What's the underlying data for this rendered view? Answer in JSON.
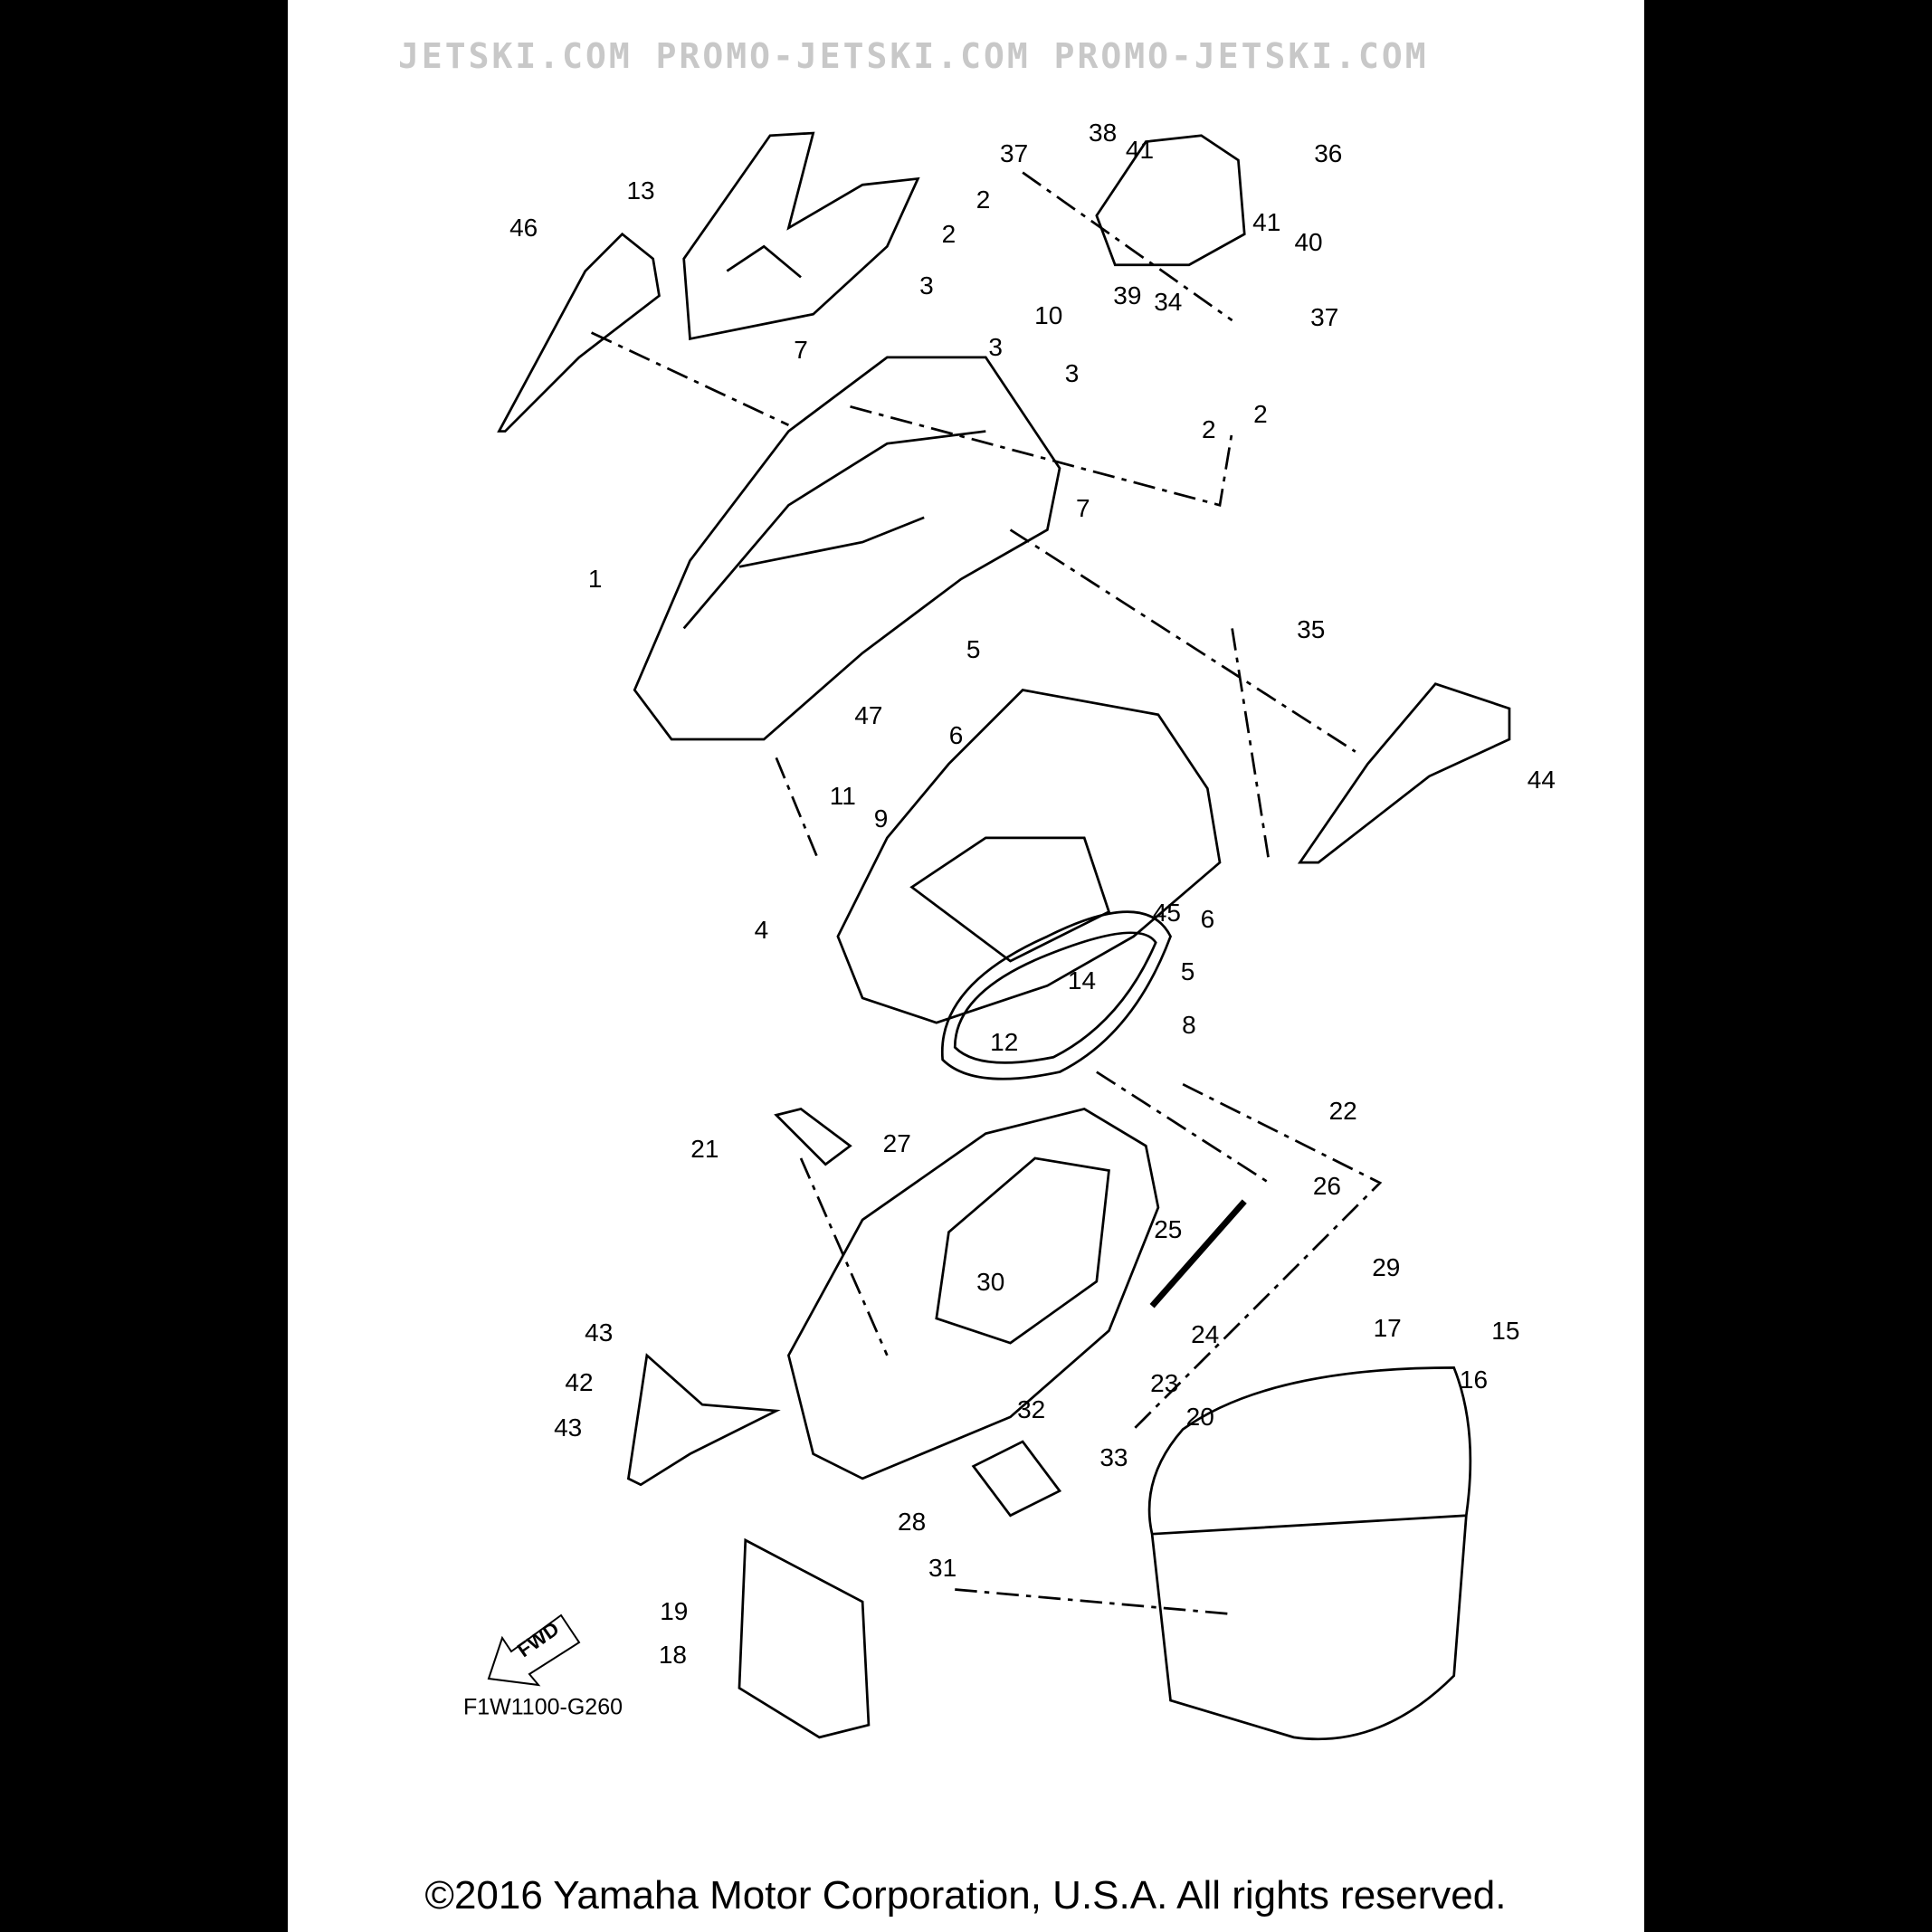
{
  "diagram": {
    "callouts": [
      "38",
      "41",
      "37",
      "36",
      "13",
      "46",
      "2",
      "2",
      "41",
      "40",
      "39",
      "34",
      "37",
      "3",
      "10",
      "3",
      "3",
      "7",
      "2",
      "2",
      "7",
      "1",
      "5",
      "35",
      "47",
      "6",
      "44",
      "11",
      "9",
      "45",
      "6",
      "4",
      "14",
      "5",
      "8",
      "12",
      "22",
      "21",
      "27",
      "26",
      "25",
      "29",
      "30",
      "24",
      "17",
      "15",
      "43",
      "16",
      "42",
      "23",
      "20",
      "32",
      "43",
      "33",
      "28",
      "31",
      "19",
      "18"
    ],
    "direction_marker": "FWD",
    "figure_code": "F1W1100-G260",
    "watermark": "JETSKI.COM   PROMO-JETSKI.COM   PROMO-JETSKI.COM",
    "copyright": "©2016 Yamaha Motor Corporation, U.S.A. All rights reserved."
  },
  "colors": {
    "background": "#000000",
    "sheet": "#ffffff",
    "ink": "#000000",
    "watermark": "#c8c8c8"
  }
}
